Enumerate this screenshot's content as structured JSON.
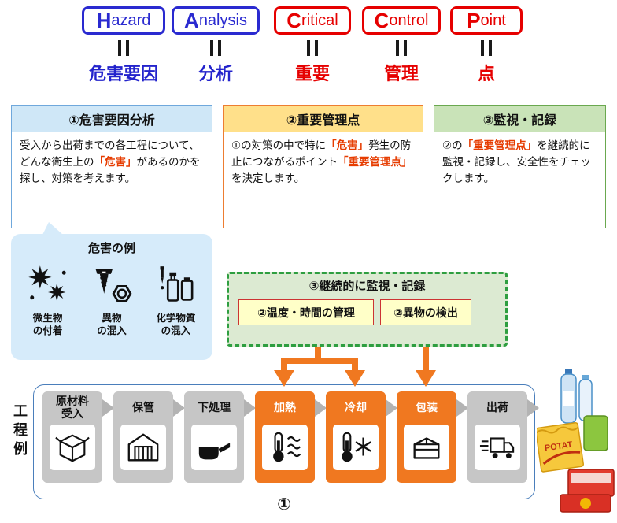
{
  "title_row": {
    "words": [
      {
        "initial": "H",
        "rest": "azard",
        "translation": "危害要因"
      },
      {
        "initial": "A",
        "rest": "nalysis",
        "translation": "分析"
      },
      {
        "initial": "C",
        "rest": "ritical",
        "translation": "重要"
      },
      {
        "initial": "C",
        "rest": "ontrol",
        "translation": "管理"
      },
      {
        "initial": "P",
        "rest": "oint",
        "translation": "点"
      }
    ]
  },
  "panels": [
    {
      "title": "①危害要因分析",
      "body": [
        {
          "text": "受入から出荷までの各工程について、どんな衛生上の"
        },
        {
          "text": "「危害」"
        },
        {
          "text": "があるのかを探し、対策を考えます。"
        }
      ]
    },
    {
      "title": "②重要管理点",
      "body": [
        {
          "text": "①の対策の中で特に"
        },
        {
          "text": "「危害」"
        },
        {
          "text": "発生の防止につながるポイント"
        },
        {
          "text": "「重要管理点」"
        },
        {
          "text": "を決定します。"
        }
      ]
    },
    {
      "title": "③監視・記録",
      "body": [
        {
          "text": "②の"
        },
        {
          "text": "「重要管理点」"
        },
        {
          "text": "を継続的に監視・記録し、安全性をチェックします。"
        }
      ]
    }
  ],
  "hazard_examples": {
    "title": "危害の例",
    "items": [
      {
        "label": "微生物\nの付着",
        "icon": "microbe-icon"
      },
      {
        "label": "異物\nの混入",
        "icon": "screw-icon"
      },
      {
        "label": "化学物質\nの混入",
        "icon": "chemical-icon"
      }
    ]
  },
  "monitoring": {
    "title": "③継続的に監視・記録",
    "controls": [
      {
        "label": "②温度・時間の管理"
      },
      {
        "label": "②異物の検出"
      }
    ]
  },
  "process": {
    "side_label": "工程例",
    "steps": [
      {
        "label": "原材料\n受入",
        "type": "gray",
        "icon": "box-icon"
      },
      {
        "label": "保管",
        "type": "gray",
        "icon": "warehouse-icon"
      },
      {
        "label": "下処理",
        "type": "gray",
        "icon": "prep-icon"
      },
      {
        "label": "加熱",
        "type": "ccp",
        "icon": "heat-icon"
      },
      {
        "label": "冷却",
        "type": "ccp",
        "icon": "cool-icon"
      },
      {
        "label": "包装",
        "type": "ccp",
        "icon": "pack-icon"
      },
      {
        "label": "出荷",
        "type": "gray",
        "icon": "ship-icon"
      }
    ],
    "bottom_number": "①"
  },
  "food_illustration": {
    "bag_label": "POTAT"
  },
  "colors": {
    "blue": "#2a2ad0",
    "red": "#e60000",
    "accent_orange": "#f07820",
    "panel1_header": "#cfe7f7",
    "panel2_header": "#ffe08a",
    "panel3_header": "#c9e3b8",
    "panel1_border": "#6fa8dc",
    "panel2_border": "#ed7d31",
    "panel3_border": "#6aa84f",
    "bubble_bg": "#d6ebfa",
    "monitor_bg": "#dcead2",
    "monitor_border": "#2e9e40",
    "control_bg": "#ffffc8",
    "gray_step": "#c6c6c6",
    "process_border": "#4a7ebb",
    "highlight_text": "#e63c00"
  }
}
